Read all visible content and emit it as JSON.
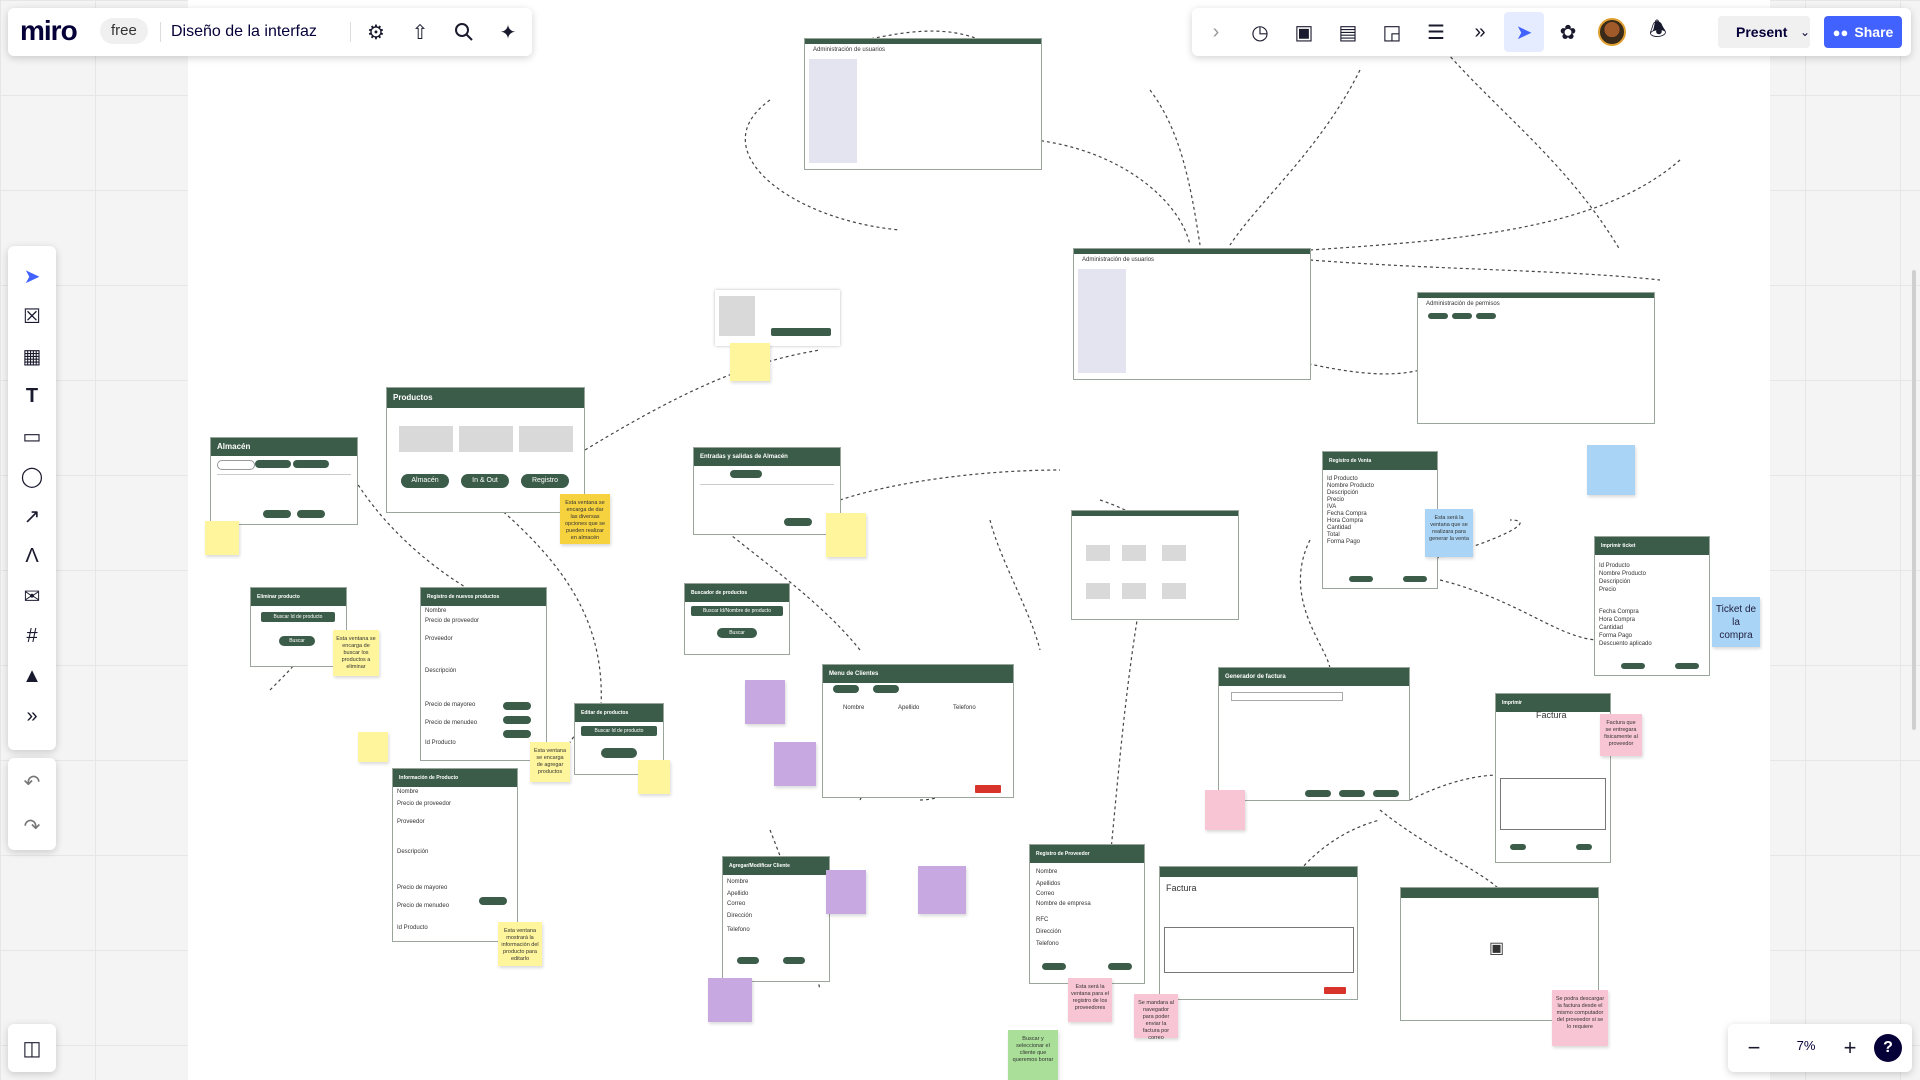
{
  "app": {
    "logo": "miro",
    "plan_badge": "free",
    "board_title": "Diseño de la interfaz"
  },
  "toolbar_right": {
    "present_label": "Present",
    "share_label": "Share"
  },
  "zoom": {
    "level": "7%",
    "minus": "−",
    "plus": "+",
    "help": "?"
  },
  "frames": {
    "productos": {
      "title": "Productos",
      "buttons": [
        "Almacén",
        "In & Out",
        "Registro"
      ]
    },
    "almacen": {
      "title": "Almacén"
    },
    "entradas": {
      "title": "Entradas y salidas de Almacén"
    },
    "admin_usuarios": {
      "title": "Administración de usuarios"
    },
    "admin_permisos": {
      "title": "Administración de permisos"
    },
    "registro_venta": {
      "title": "Registro de Venta",
      "fields": [
        "Id Producto",
        "Nombre Producto",
        "Descripción",
        "Precio",
        "IVA",
        "Fecha Compra",
        "Hora Compra",
        "Cantidad",
        "Total",
        "Forma Pago"
      ]
    },
    "imprimir_ticket": {
      "title": "Imprimir ticket",
      "fields": [
        "Id Producto",
        "Nombre Producto",
        "Descripción",
        "Precio",
        "Fecha Compra",
        "Hora Compra",
        "Cantidad",
        "Forma Pago",
        "Descuento aplicado"
      ]
    },
    "menu_clientes": {
      "title": "Menu de Clientes",
      "columns": [
        "Nombre",
        "Apellido",
        "Telefono"
      ]
    },
    "generador_facturas": {
      "title": "Generador de factura"
    },
    "imprimir_factura": {
      "title": "Imprimir",
      "heading": "Factura"
    },
    "factura": {
      "heading": "Factura"
    },
    "registro_proveedor": {
      "title": "Registro de Proveedor",
      "fields": [
        "Nombre",
        "Apellidos",
        "Correo",
        "Nombre de empresa",
        "RFC",
        "Dirección",
        "Telefono"
      ]
    },
    "agregar_cliente": {
      "title": "Agregar/Modificar Cliente",
      "fields": [
        "Nombre",
        "Apellido",
        "Correo",
        "Dirección",
        "Telefono"
      ]
    },
    "info_producto": {
      "title": "Información de Producto",
      "fields": [
        "Nombre",
        "Precio de proveedor",
        "Proveedor",
        "Descripción",
        "Precio de mayoreo",
        "Precio de menudeo",
        "Id Producto"
      ]
    },
    "registro_nuevo": {
      "title": "Registro de nuevos productos",
      "fields": [
        "Nombre",
        "Precio de proveedor",
        "Proveedor",
        "Descripción",
        "Precio de mayoreo",
        "Precio de menudeo",
        "Id Producto"
      ]
    },
    "eliminar": {
      "title": "Eliminar producto",
      "search": "Buscar Id de producto",
      "button": "Buscar"
    },
    "editar": {
      "title": "Editar de productos",
      "search": "Buscar Id de producto"
    },
    "buscador": {
      "title": "Buscador de productos",
      "search": "Buscar Id/Nombre de producto",
      "button": "Buscar"
    }
  },
  "stickies": {
    "productos_note": "Esta ventana se encarga de dar las diversas opciones que se pueden realizar en almacén",
    "eliminar_note": "Esta ventana se encarga de buscar los productos a eliminar",
    "venta_note": "Esta será la ventana que se realizara para generar la venta",
    "ticket_note": "Ticket de la compra",
    "factura_note": "Factura que se entregara fisicamente al proveedor",
    "info_note": "Esta ventana mostrará la información del producto para editarlo",
    "nuevo_note": "Esta ventana se encarga de agregar productos",
    "proveedor_note": "Esta será la ventana para el registro de los proveedores",
    "navegador_note": "Se mandara al navegador para poder enviar la factura por correo",
    "descarga_note": "Se podra descargar la factura desde el mismo computador del proveedor si se lo requiere",
    "buscar_note": "Buscar y seleccionar el cliente que queremos borrar"
  }
}
